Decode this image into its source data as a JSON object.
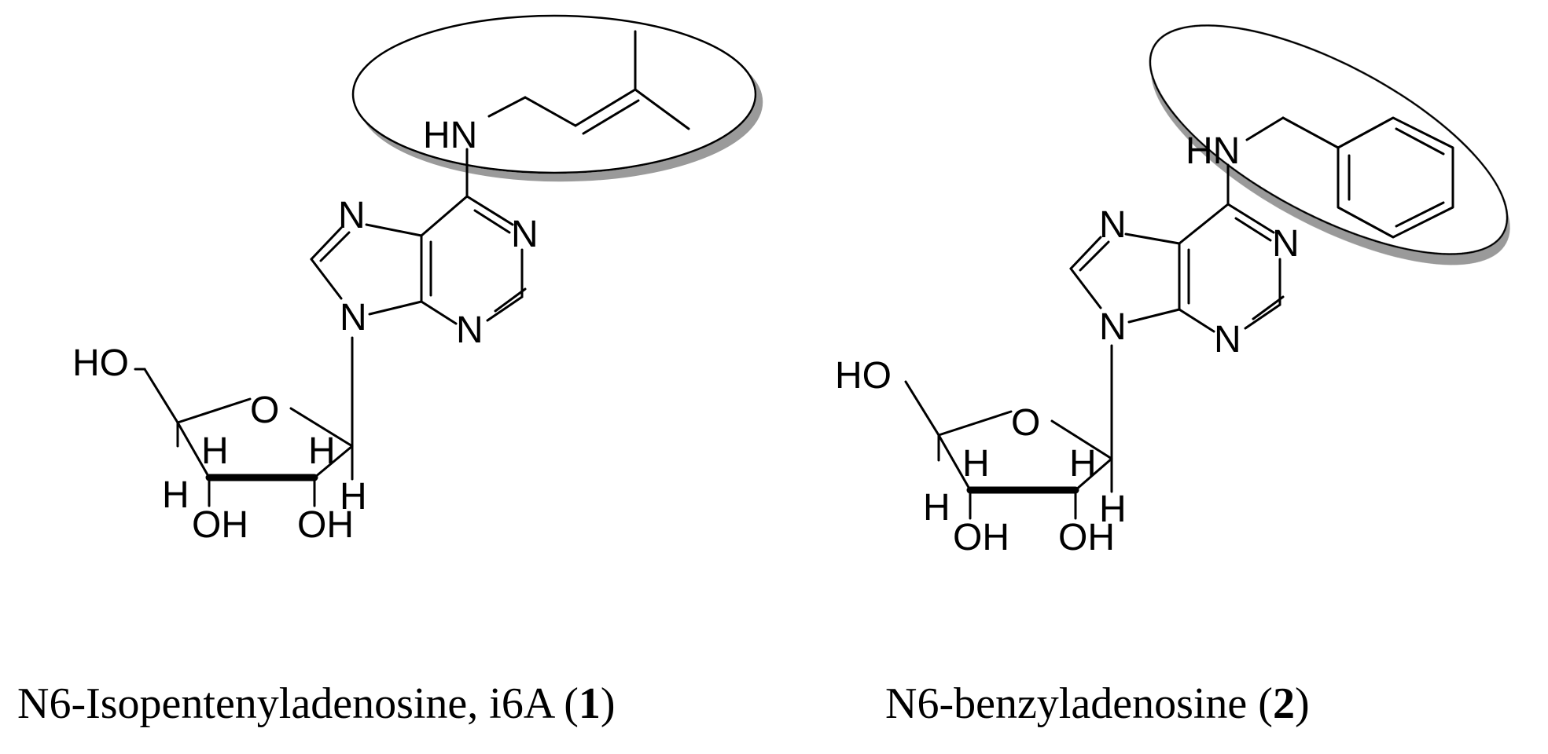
{
  "molecules": [
    {
      "name": "N6-Isopentenyladenosine, i6A (",
      "number": "1",
      "close": ")"
    },
    {
      "name": "N6-benzyladenosine (",
      "number": "2",
      "close": ")"
    }
  ],
  "atom_labels": {
    "HN": "HN",
    "N": "N",
    "O": "O",
    "HO": "HO",
    "OH": "OH",
    "H": "H"
  }
}
